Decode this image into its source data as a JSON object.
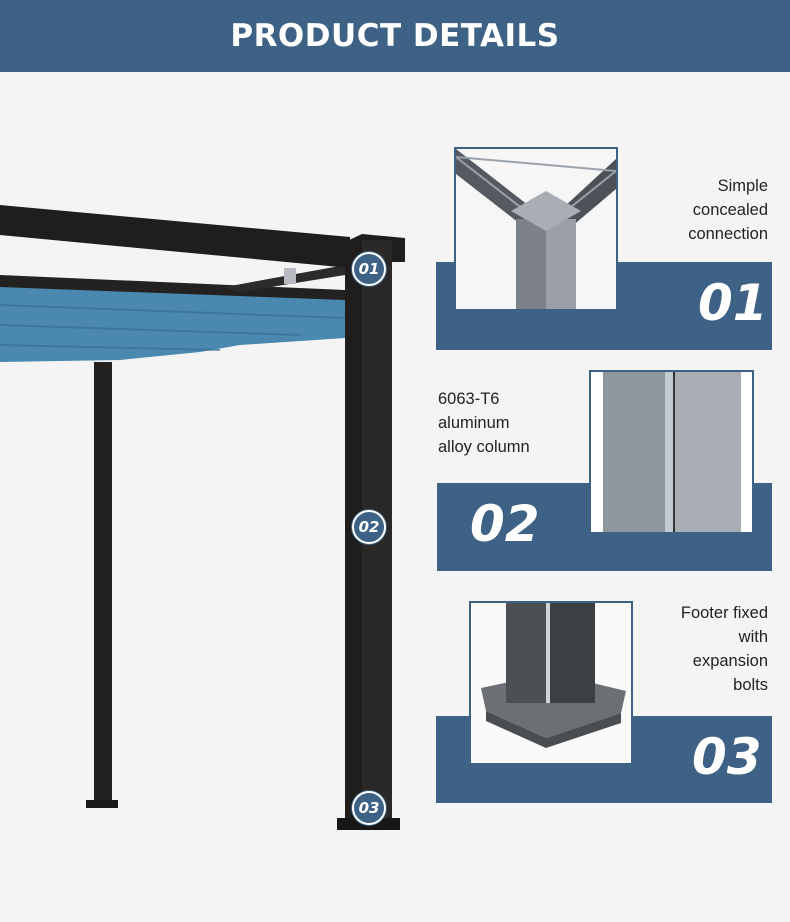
{
  "header": {
    "title": "PRODUCT DETAILS"
  },
  "badges": [
    "01",
    "02",
    "03"
  ],
  "details": [
    {
      "number": "01",
      "lines": [
        "Simple",
        "concealed",
        "connection"
      ]
    },
    {
      "number": "02",
      "lines": [
        "6063-T6",
        "aluminum",
        "alloy column"
      ]
    },
    {
      "number": "03",
      "lines": [
        "Footer fixed",
        "with",
        "expansion",
        "bolts"
      ]
    }
  ],
  "colors": {
    "accent": "#3e6285",
    "frame": "#1f1e1c",
    "canopy": "#4a88b0"
  }
}
